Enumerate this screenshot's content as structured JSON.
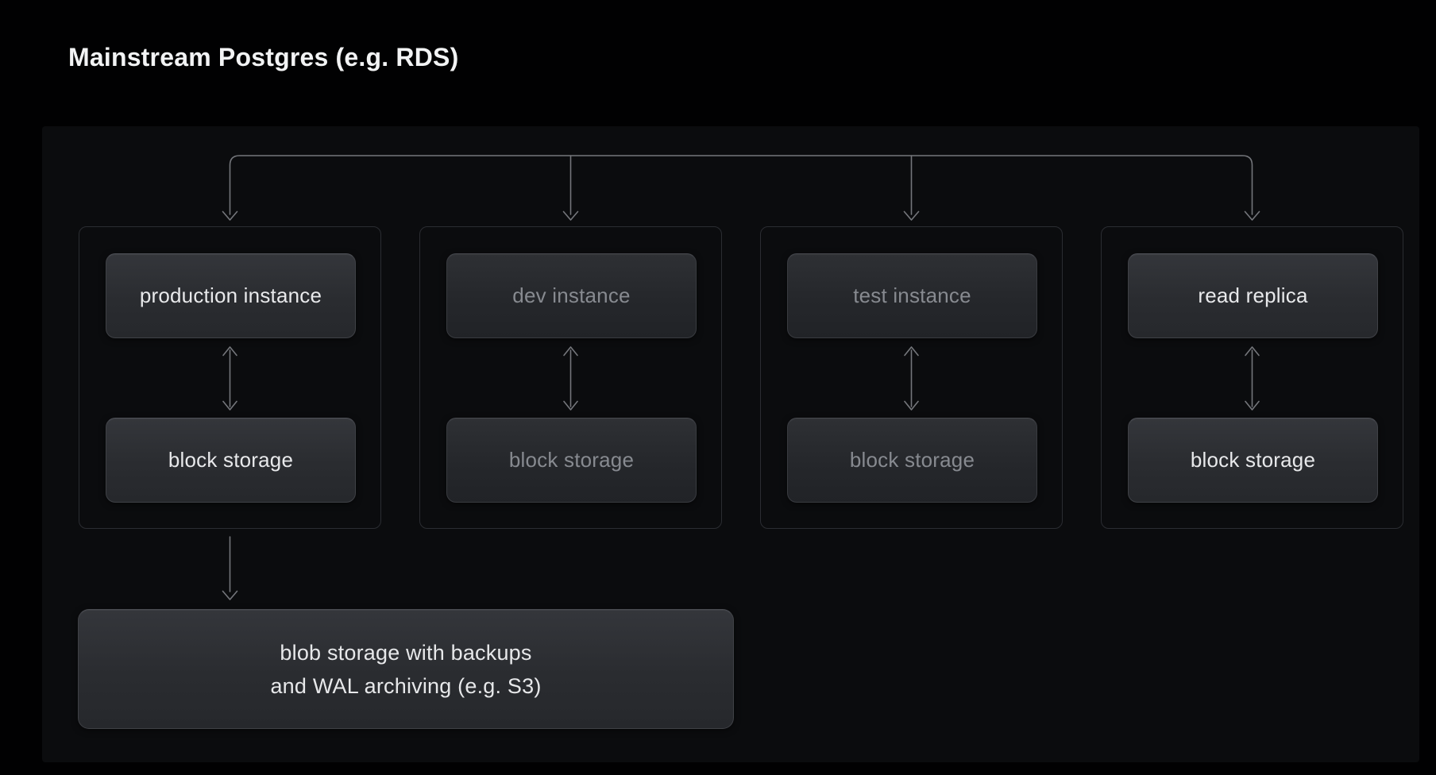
{
  "title": "Mainstream Postgres (e.g. RDS)",
  "colors": {
    "page_background": "#010102",
    "panel_background": "#0b0c0e",
    "node_fill_top": "#34363b",
    "node_fill_bottom": "#26282c",
    "group_border": "#2b2d32",
    "connector_line": "#74767b",
    "text_bright": "#e8e9eb",
    "text_dim": "#878a90"
  },
  "diagram": {
    "groups": [
      {
        "id": "production",
        "top_label": "production instance",
        "bottom_label": "block storage",
        "emphasis": "bright"
      },
      {
        "id": "dev",
        "top_label": "dev instance",
        "bottom_label": "block storage",
        "emphasis": "dim"
      },
      {
        "id": "test",
        "top_label": "test instance",
        "bottom_label": "block storage",
        "emphasis": "dim"
      },
      {
        "id": "read-replica",
        "top_label": "read replica",
        "bottom_label": "block storage",
        "emphasis": "bright"
      }
    ],
    "blob_box": {
      "line1": "blob storage with backups",
      "line2": "and WAL archiving (e.g. S3)"
    },
    "relationships": {
      "fanout_targets": [
        "production instance",
        "dev instance",
        "test instance",
        "read replica"
      ],
      "instance_storage_link": "bidirectional",
      "production_block_storage_to_blob": "downward"
    }
  }
}
